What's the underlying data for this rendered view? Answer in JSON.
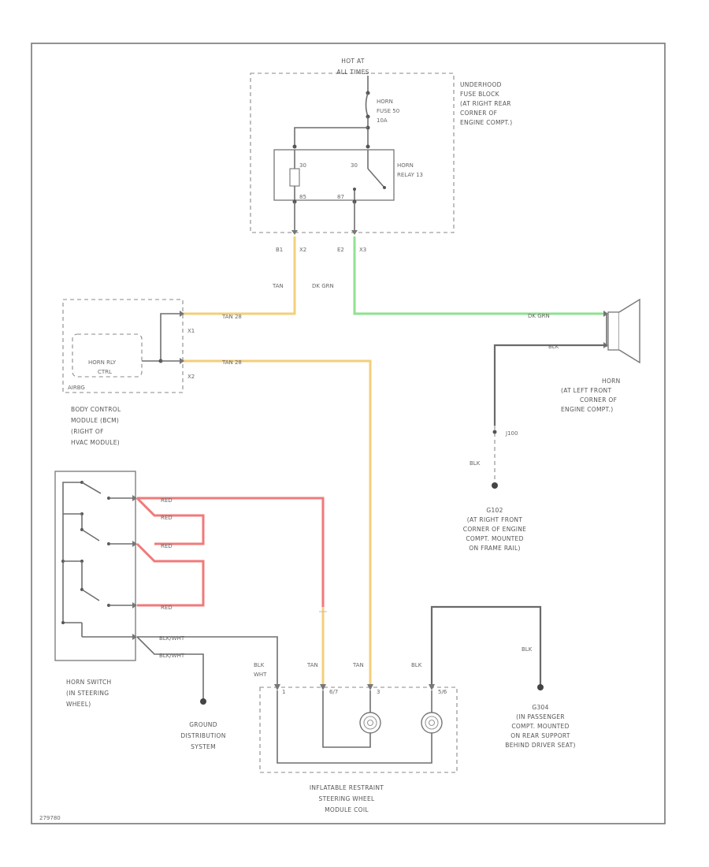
{
  "fuse_block": {
    "hot_at": "HOT AT",
    "all_times": "ALL TIMES",
    "location": [
      "UNDERHOOD",
      "FUSE BLOCK",
      "(AT RIGHT REAR",
      "CORNER OF",
      "ENGINE COMPT.)"
    ],
    "fuse": [
      "HORN",
      "FUSE 50",
      "10A"
    ],
    "relay": [
      "HORN",
      "RELAY 13"
    ],
    "relay_pins": {
      "top_left": "30",
      "top_right": "30",
      "bottom_left": "85",
      "bottom_right": "87"
    },
    "connectors": {
      "left": [
        "B1",
        "X2"
      ],
      "right": [
        "E2",
        "X3"
      ]
    }
  },
  "bcm": {
    "module_name": "AIRBG",
    "internal": [
      "HORN RLY",
      "CTRL"
    ],
    "pin_x1": "X1",
    "pin_x2": "X2",
    "label": [
      "BODY CONTROL",
      "MODULE (BCM)",
      "(RIGHT OF",
      "HVAC MODULE)"
    ]
  },
  "wires": {
    "tan": "TAN",
    "dk_grn": "DK GRN",
    "tan_28": "TAN   28",
    "tan_28b": "TAN   28",
    "dk_grn_horn": "DK GRN",
    "blk_horn": "BLK",
    "red1": "RED",
    "red2": "RED",
    "red3": "RED",
    "red4": "RED",
    "blk_wht1": "BLK/WHT",
    "blk_wht2": "BLK/WHT",
    "blk_wht_top": [
      "BLK",
      "WHT"
    ],
    "tan_left": "TAN",
    "tan_right": "TAN",
    "blk_coil": "BLK",
    "blk_g104": "BLK",
    "blk_right": "BLK"
  },
  "horn": [
    "HORN",
    "(AT LEFT FRONT",
    "CORNER OF",
    "ENGINE COMPT.)"
  ],
  "splice": "J100",
  "ground_g102": [
    "G102",
    "(AT RIGHT FRONT",
    "CORNER OF ENGINE",
    "COMPT. MOUNTED",
    "ON FRAME RAIL)"
  ],
  "horn_switch": [
    "HORN SWITCH",
    "(IN STEERING",
    "WHEEL)"
  ],
  "ground_dist": [
    "GROUND",
    "DISTRIBUTION",
    "SYSTEM"
  ],
  "coil": [
    "INFLATABLE RESTRAINT",
    "STEERING WHEEL",
    "MODULE COIL"
  ],
  "coil_pins": {
    "p1": "1",
    "p2": "6/7",
    "p3": "3",
    "p4": "5/6"
  },
  "ground_g304": [
    "G304",
    "(IN PASSENGER",
    "COMPT. MOUNTED",
    "ON REAR SUPPORT",
    "BEHIND DRIVER SEAT)"
  ],
  "figure_code": "279780"
}
